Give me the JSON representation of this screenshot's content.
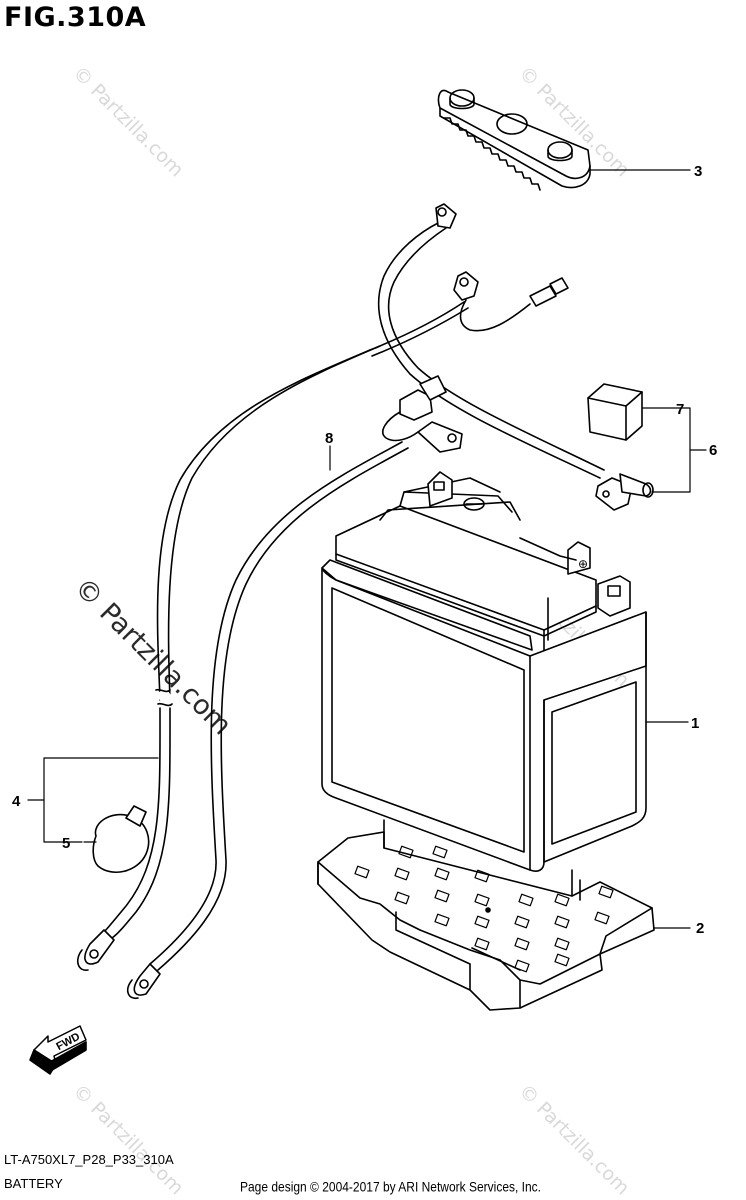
{
  "figure": {
    "title": "FIG.310A",
    "code": "LT-A750XL7_P28_P33_310A",
    "name": "BATTERY"
  },
  "direction_marker": {
    "label": "FWD"
  },
  "callouts": [
    {
      "id": "1",
      "label": "1"
    },
    {
      "id": "2",
      "label": "2"
    },
    {
      "id": "3",
      "label": "3"
    },
    {
      "id": "4",
      "label": "4"
    },
    {
      "id": "5",
      "label": "5"
    },
    {
      "id": "6",
      "label": "6"
    },
    {
      "id": "7",
      "label": "7"
    },
    {
      "id": "8",
      "label": "8"
    }
  ],
  "watermark": "© Partzilla.com",
  "footer": {
    "credit": "Page design © 2004-2017 by ARI Network Services, Inc."
  }
}
